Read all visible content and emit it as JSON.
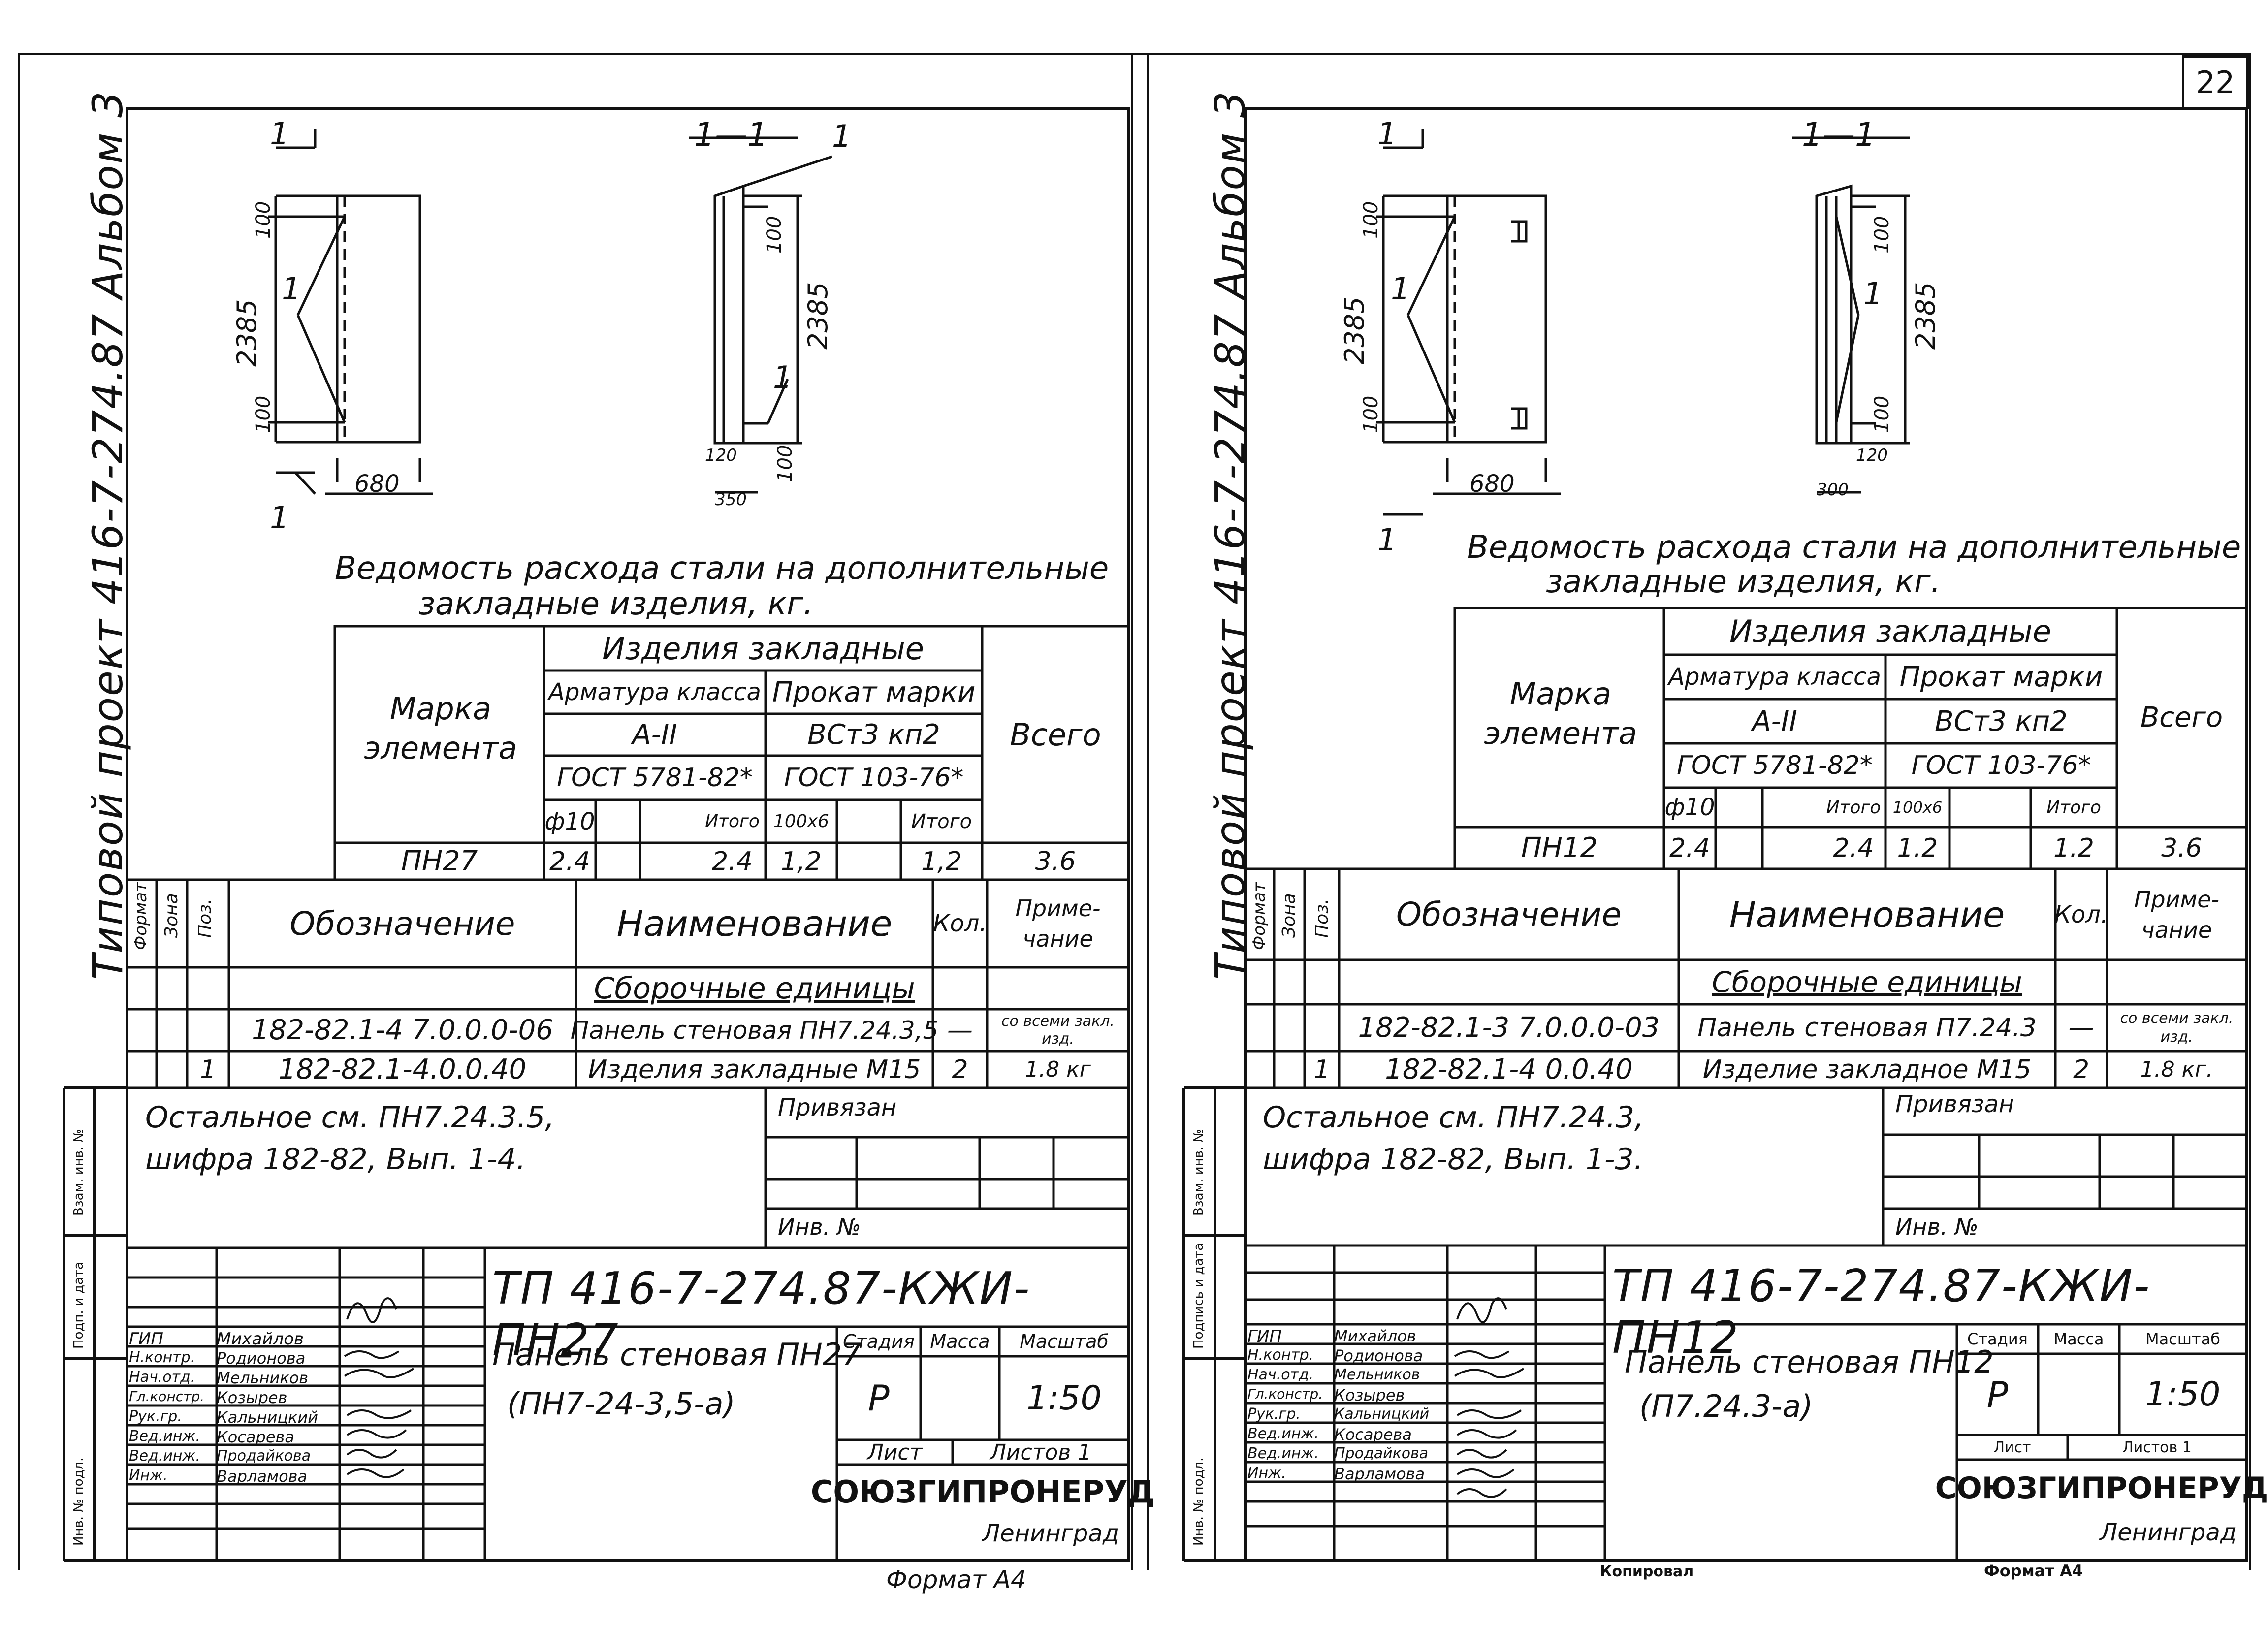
{
  "page_number": "22",
  "sheets": [
    {
      "id": "left",
      "side_title": "Типовой проект 416-7-274.87  Альбом 3",
      "drawing": {
        "plan_section_mark": "1",
        "section_title": "1—1",
        "section_mark": "1",
        "dim_height": "2385",
        "dim_top": "100",
        "dim_bottom": "100",
        "dim_width": "680",
        "leader_1": "1",
        "sec_dim_height": "2385",
        "sec_dim_top": "100",
        "sec_dim_bottom": "100",
        "sec_dim_small": "120",
        "sec_dim_width": "350"
      },
      "steel_title_1": "Ведомость расхода стали на дополнительные",
      "steel_title_2": "закладные изделия, кг.",
      "steel_table": {
        "mark_header": "Марка элемента",
        "group_header": "Изделия закладные",
        "rebar_header": "Арматура класса",
        "rebar_class": "A-II",
        "rebar_gost": "ГОСТ 5781-82*",
        "rolled_header": "Прокат марки",
        "rolled_grade": "ВСт3 кп2",
        "rolled_gost": "ГОСТ 103-76*",
        "total_header": "Всего",
        "sub_d10": "ф10",
        "sub_total1": "Итого",
        "sub_100x6": "100х6",
        "sub_total2": "Итого",
        "row_mark": "ПН27",
        "row_d10": "2.4",
        "row_total1": "2.4",
        "row_100x6": "1,2",
        "row_total2": "1,2",
        "row_total": "3.6"
      },
      "spec": {
        "h_format": "Формат",
        "h_zone": "Зона",
        "h_pos": "Поз.",
        "h_designation": "Обозначение",
        "h_name": "Наименование",
        "h_qty": "Кол.",
        "h_note": "Приме-чание",
        "section": "Сборочные единицы",
        "rows": [
          {
            "pos": "",
            "designation": "182-82.1-4 7.0.0.0-06",
            "name": "Панель стеновая ПН7.24.3,5",
            "qty": "—",
            "note": "со всеми закл. изд."
          },
          {
            "pos": "1",
            "designation": "182-82.1-4.0.0.40",
            "name": "Изделия закладные М15",
            "qty": "2",
            "note": "1.8 кг"
          }
        ]
      },
      "remark_1": "Остальное см. ПН7.24.3.5,",
      "remark_2": "шифра 182-82, Вып. 1-4.",
      "attached": "Привязан",
      "inv_no": "Инв. №",
      "left_margin": [
        "Инв. № подл.",
        "Подп. и дата",
        "Взам. инв. №"
      ],
      "title_block": {
        "code": "ТП 416-7-274.87-КЖИ-ПН27",
        "name_1": "Панель стеновая ПН27",
        "name_2": "(ПН7-24-3,5-а)",
        "stage_h": "Стадия",
        "mass_h": "Масса",
        "scale_h": "Масштаб",
        "stage": "Р",
        "scale": "1:50",
        "sheet_h": "Лист",
        "sheets_h": "Листов 1",
        "org": "СОЮЗГИПРОНЕРУД",
        "city": "Ленинград",
        "roles": [
          {
            "role": "ГИП",
            "name": "Михайлов"
          },
          {
            "role": "Н.контр.",
            "name": "Родионова"
          },
          {
            "role": "Нач.отд.",
            "name": "Мельников"
          },
          {
            "role": "Гл.констр.",
            "name": "Козырев"
          },
          {
            "role": "Рук.гр.",
            "name": "Кальницкий"
          },
          {
            "role": "Вед.инж.",
            "name": "Косарева"
          },
          {
            "role": "Вед.инж.",
            "name": "Продайкова"
          },
          {
            "role": "Инж.",
            "name": "Варламова"
          }
        ]
      },
      "footer_format": "Формат А4",
      "footer_copy": ""
    },
    {
      "id": "right",
      "side_title": "Типовой проект 416-7-274.87  Альбом 3",
      "drawing": {
        "plan_section_mark": "1",
        "section_title": "1—1",
        "section_mark": "",
        "dim_height": "2385",
        "dim_top": "100",
        "dim_bottom": "100",
        "dim_width": "680",
        "leader_1": "1",
        "sec_dim_height": "2385",
        "sec_dim_top": "100",
        "sec_dim_bottom": "100",
        "sec_dim_small": "120",
        "sec_dim_width": "300"
      },
      "steel_title_1": "Ведомость расхода стали на дополнительные",
      "steel_title_2": "закладные изделия, кг.",
      "steel_table": {
        "mark_header": "Марка элемента",
        "group_header": "Изделия закладные",
        "rebar_header": "Арматура класса",
        "rebar_class": "A-II",
        "rebar_gost": "ГОСТ 5781-82*",
        "rolled_header": "Прокат марки",
        "rolled_grade": "ВСт3 кп2",
        "rolled_gost": "ГОСТ 103-76*",
        "total_header": "Всего",
        "sub_d10": "ф10",
        "sub_total1": "Итого",
        "sub_100x6": "100х6",
        "sub_total2": "Итого",
        "row_mark": "ПН12",
        "row_d10": "2.4",
        "row_total1": "2.4",
        "row_100x6": "1.2",
        "row_total2": "1.2",
        "row_total": "3.6"
      },
      "spec": {
        "h_format": "Формат",
        "h_zone": "Зона",
        "h_pos": "Поз.",
        "h_designation": "Обозначение",
        "h_name": "Наименование",
        "h_qty": "Кол.",
        "h_note": "Приме-чание",
        "section": "Сборочные единицы",
        "rows": [
          {
            "pos": "",
            "designation": "182-82.1-3 7.0.0.0-03",
            "name": "Панель стеновая П7.24.3",
            "qty": "—",
            "note": "со всеми закл. изд."
          },
          {
            "pos": "1",
            "designation": "182-82.1-4 0.0.40",
            "name": "Изделие закладное М15",
            "qty": "2",
            "note": "1.8 кг."
          }
        ]
      },
      "remark_1": "Остальное см. ПН7.24.3,",
      "remark_2": "шифра 182-82, Вып. 1-3.",
      "attached": "Привязан",
      "inv_no": "Инв. №",
      "left_margin": [
        "Инв. № подл.",
        "Подпись и дата",
        "Взам. инв. №"
      ],
      "title_block": {
        "code": "ТП 416-7-274.87-КЖИ-ПН12",
        "name_1": "Панель стеновая ПН12",
        "name_2": "(П7.24.3-а)",
        "stage_h": "Стадия",
        "mass_h": "Масса",
        "scale_h": "Масштаб",
        "stage": "Р",
        "scale": "1:50",
        "sheet_h": "Лист",
        "sheets_h": "Листов 1",
        "org": "СОЮЗГИПРОНЕРУД",
        "city": "Ленинград",
        "roles": [
          {
            "role": "ГИП",
            "name": "Михайлов"
          },
          {
            "role": "Н.контр.",
            "name": "Родионова"
          },
          {
            "role": "Нач.отд.",
            "name": "Мельников"
          },
          {
            "role": "Гл.констр.",
            "name": "Козырев"
          },
          {
            "role": "Рук.гр.",
            "name": "Кальницкий"
          },
          {
            "role": "Вед.инж.",
            "name": "Косарева"
          },
          {
            "role": "Вед.инж.",
            "name": "Продайкова"
          },
          {
            "role": "Инж.",
            "name": "Варламова"
          }
        ]
      },
      "footer_format": "Формат А4",
      "footer_copy": "Копировал"
    }
  ]
}
